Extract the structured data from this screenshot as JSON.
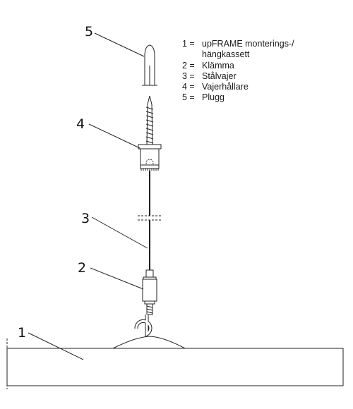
{
  "callouts": {
    "one": "1",
    "two": "2",
    "three": "3",
    "four": "4",
    "five": "5"
  },
  "legend": [
    {
      "key": "1 =",
      "text": "upFRAME monterings-/",
      "text2": "hängkassett"
    },
    {
      "key": "2 =",
      "text": "Klämma"
    },
    {
      "key": "3 =",
      "text": "Stålvajer"
    },
    {
      "key": "4 =",
      "text": "Vajerhållare"
    },
    {
      "key": "5 =",
      "text": "Plugg"
    }
  ],
  "colors": {
    "stroke": "#222222",
    "fill": "#ffffff"
  }
}
